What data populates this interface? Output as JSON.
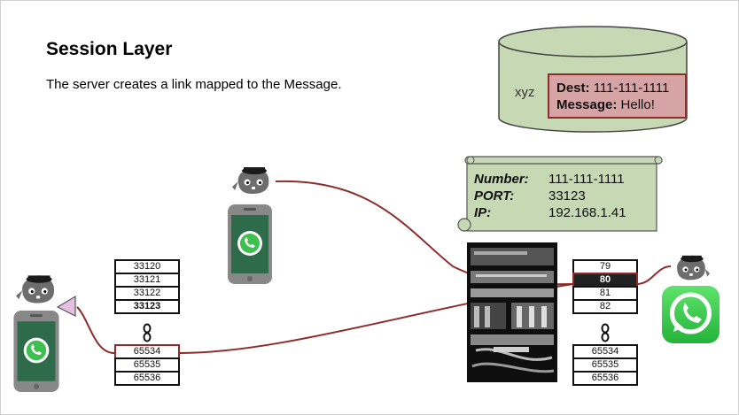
{
  "slide": {
    "title": "Session Layer",
    "subtitle": "The server creates a link mapped to the Message."
  },
  "database": {
    "label": "xyz",
    "dest_key": "Dest:",
    "dest_value": "111-111-1111",
    "message_key": "Message:",
    "message_value": "Hello!"
  },
  "scroll_note": {
    "number_key": "Number:",
    "number_value": "111-111-1111",
    "port_key": "PORT:",
    "port_value": "33123",
    "ip_key": "IP:",
    "ip_value": "192.168.1.41"
  },
  "client_ports_top": [
    "33120",
    "33121",
    "33122",
    "33123"
  ],
  "client_ports_bottom": [
    "65534",
    "65535",
    "65536"
  ],
  "server_ports_top": [
    "79",
    "80",
    "81",
    "82"
  ],
  "server_ports_bottom": [
    "65534",
    "65535",
    "65536"
  ],
  "colors": {
    "link": "#8e2c2c",
    "db_fill": "#c6d9b4",
    "note_fill": "#d6a4a4",
    "scroll_fill": "#c6d9b4"
  }
}
